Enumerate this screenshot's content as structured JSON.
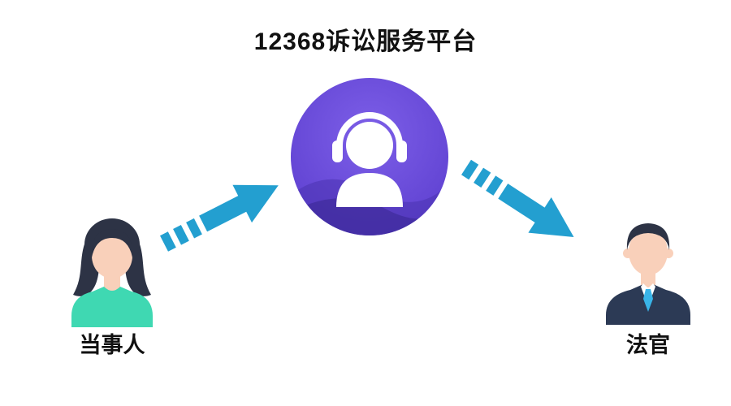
{
  "title": "12368诉讼服务平台",
  "nodes": {
    "left": {
      "label": "当事人"
    },
    "center": {
      "name": "customer-service-headset-badge"
    },
    "right": {
      "label": "法官"
    }
  },
  "colors": {
    "arrow": "#239fd0",
    "badge_top": "#7d5fe8",
    "badge_bottom": "#5a3ccd",
    "wave": "#4b33b0",
    "wave_dark": "#3a2894",
    "icon": "#ffffff",
    "skin": "#f9d0ba",
    "hair": "#2d3345",
    "shirt_woman": "#3fd8b2",
    "suit": "#2c3a55",
    "shirt_man": "#ffffff",
    "tie": "#39b4e8",
    "text": "#111111"
  }
}
